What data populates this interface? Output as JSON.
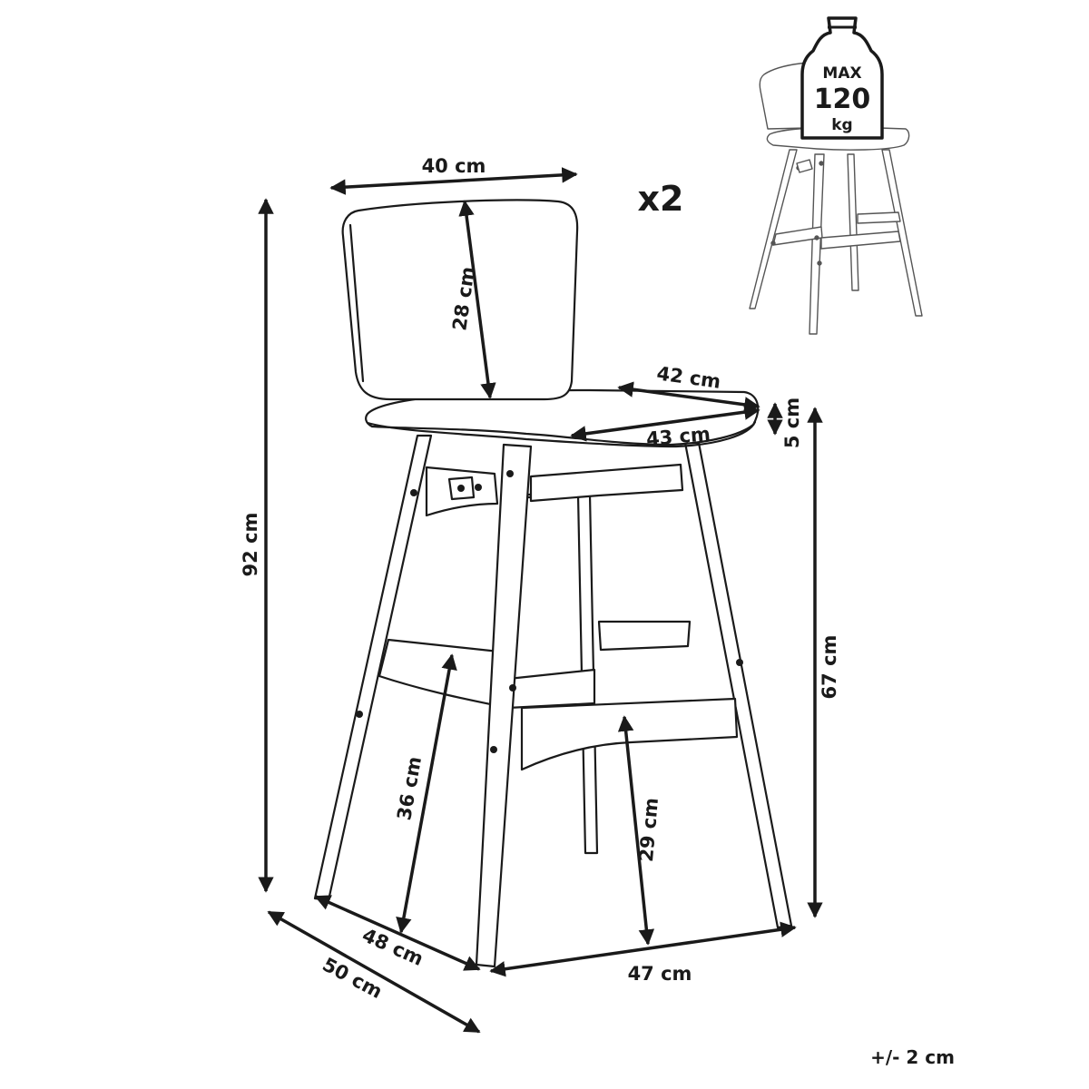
{
  "quantity": "x2",
  "tolerance": "+/- 2 cm",
  "max_load": {
    "line1": "MAX",
    "line2": "120",
    "line3": "kg"
  },
  "dimensions": {
    "backrest_width": "40 cm",
    "backrest_height": "28 cm",
    "seat_depth": "42 cm",
    "seat_width": "43 cm",
    "seat_thickness": "5 cm",
    "total_height": "92 cm",
    "seat_height": "67 cm",
    "front_footrest_height": "36 cm",
    "side_footrest_height": "29 cm",
    "leg_depth_inner": "48 cm",
    "leg_depth_outer": "50 cm",
    "leg_width": "47 cm"
  },
  "colors": {
    "line": "#1a1a1a",
    "thin_line": "#555555",
    "background": "#ffffff"
  }
}
